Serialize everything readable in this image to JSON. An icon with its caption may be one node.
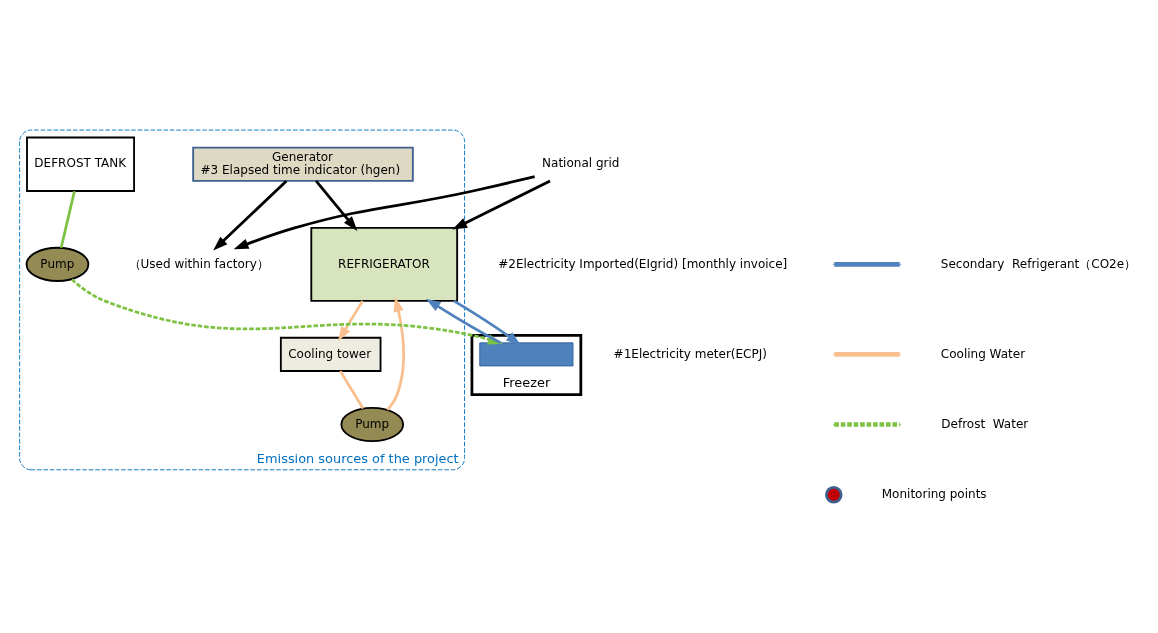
{
  "diagram": {
    "nodes": [
      {
        "text": [
          "Emission sources of the project"
        ]
      },
      {
        "text": [
          "National grid"
        ]
      },
      {
        "text": [
          "Generator",
          "#3 Elapsed time indicator (hgen)"
        ],
        "in": 0
      },
      {
        "text": [
          "（Used within factory）"
        ],
        "in": 0
      },
      {
        "text": [
          "REFRIGERATOR"
        ],
        "in": 0
      },
      {
        "text": [
          "Cooling tower"
        ],
        "in": 0
      },
      {
        "text": [
          "Pump"
        ],
        "in": 0
      },
      {
        "text": [
          "Pump"
        ],
        "in": 0
      },
      {
        "text": [
          "DEFROST TANK"
        ],
        "in": 0
      },
      {
        "text": [
          "Freezer"
        ]
      },
      {
        "text": [],
        "shape": "bar",
        "in": 9
      }
    ],
    "edges": [
      {
        "from": 1,
        "to": 4,
        "arrow": "to"
      },
      {
        "from": 1,
        "to": 3,
        "arrow": "to"
      },
      {
        "from": 2,
        "to": 4,
        "arrow": "to"
      },
      {
        "from": 2,
        "to": 3,
        "arrow": "to"
      },
      {
        "from": 4,
        "to": 5,
        "arrow": "to",
        "color": "#f9bf8f"
      },
      {
        "from": 5,
        "to": 6,
        "arrow": "none",
        "color": "#f9bf8f"
      },
      {
        "from": 6,
        "to": 4,
        "arrow": "to",
        "color": "#f9bf8f"
      },
      {
        "from": 8,
        "to": 7,
        "arrow": "none",
        "color": "#7dc242"
      },
      {
        "from": 7,
        "to": 10,
        "arrow": "to",
        "style": "dashed",
        "color": "#7dc242"
      },
      {
        "from": 10,
        "to": 4,
        "arrow": "to",
        "color": "#4f81bd"
      },
      {
        "from": 4,
        "to": 10,
        "arrow": "to",
        "color": "#4f81bd"
      }
    ],
    "labels": [
      "#2Electricity Imported(EIgrid) [monthly invoice]",
      "#1Electricity meter(ECPJ)"
    ],
    "legend": [
      {
        "text": "Secondary  Refrigerant（CO2e）"
      },
      {
        "text": "Cooling Water"
      },
      {
        "text": "Defrost  Water"
      },
      {
        "text": "Monitoring points"
      }
    ]
  }
}
